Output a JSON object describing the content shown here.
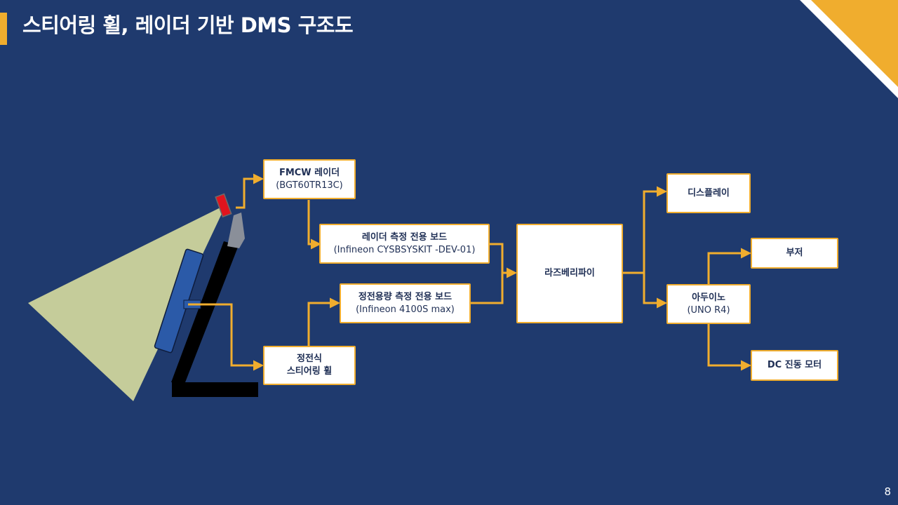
{
  "slide": {
    "title": "스티어링 휠, 레이더 기반 DMS 구조도",
    "page_number": "8"
  },
  "colors": {
    "background": "#1f3a6e",
    "accent": "#f0ad2e",
    "box_fill": "#ffffff",
    "box_text": "#1f2f55",
    "radar_beam": "#c5cc9a",
    "radar_sensor": "#e0141e",
    "steering_wheel": "#2b5aa8"
  },
  "diagram": {
    "nodes": {
      "fmcw_radar": {
        "line1": "FMCW 레이더",
        "line2": "(BGT60TR13C)"
      },
      "radar_board": {
        "line1": "레이더 측정 전용 보드",
        "line2": "(Infineon CYSBSYSKIT -DEV-01)"
      },
      "capacitive_board": {
        "line1": "정전용량 측정 전용 보드",
        "line2": "(Infineon 4100S max)"
      },
      "capacitive_wheel": {
        "line1": "정전식",
        "line2": "스티어링 휠"
      },
      "raspberry_pi": {
        "line1": "라즈베리파이"
      },
      "display": {
        "line1": "디스플레이"
      },
      "arduino": {
        "line1": "아두이노",
        "line2": "(UNO R4)"
      },
      "buzzer": {
        "line1": "부저"
      },
      "dc_motor": {
        "line1": "DC 진동 모터"
      }
    },
    "connections": [
      {
        "from": "radar_sensor",
        "to": "fmcw_radar"
      },
      {
        "from": "fmcw_radar",
        "to": "radar_board"
      },
      {
        "from": "steering_wheel",
        "to": "capacitive_wheel"
      },
      {
        "from": "capacitive_wheel",
        "to": "capacitive_board"
      },
      {
        "from": "radar_board",
        "to": "raspberry_pi"
      },
      {
        "from": "capacitive_board",
        "to": "raspberry_pi"
      },
      {
        "from": "raspberry_pi",
        "to": "display"
      },
      {
        "from": "raspberry_pi",
        "to": "arduino"
      },
      {
        "from": "arduino",
        "to": "buzzer"
      },
      {
        "from": "arduino",
        "to": "dc_motor"
      }
    ]
  }
}
